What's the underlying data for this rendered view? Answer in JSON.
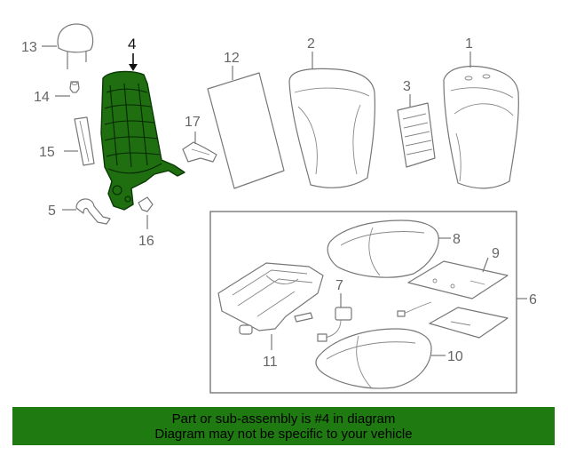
{
  "diagram": {
    "highlighted_part": "4",
    "callouts": [
      "1",
      "2",
      "3",
      "4",
      "5",
      "6",
      "7",
      "8",
      "9",
      "10",
      "11",
      "12",
      "13",
      "14",
      "15",
      "16",
      "17"
    ],
    "colors": {
      "highlight": "#1f6e0f",
      "banner": "#1f7a12",
      "line": "#777777"
    }
  },
  "banner": {
    "line1": "Part or sub-assembly is #4 in diagram",
    "line2": "Diagram may not be specific to your vehicle"
  }
}
